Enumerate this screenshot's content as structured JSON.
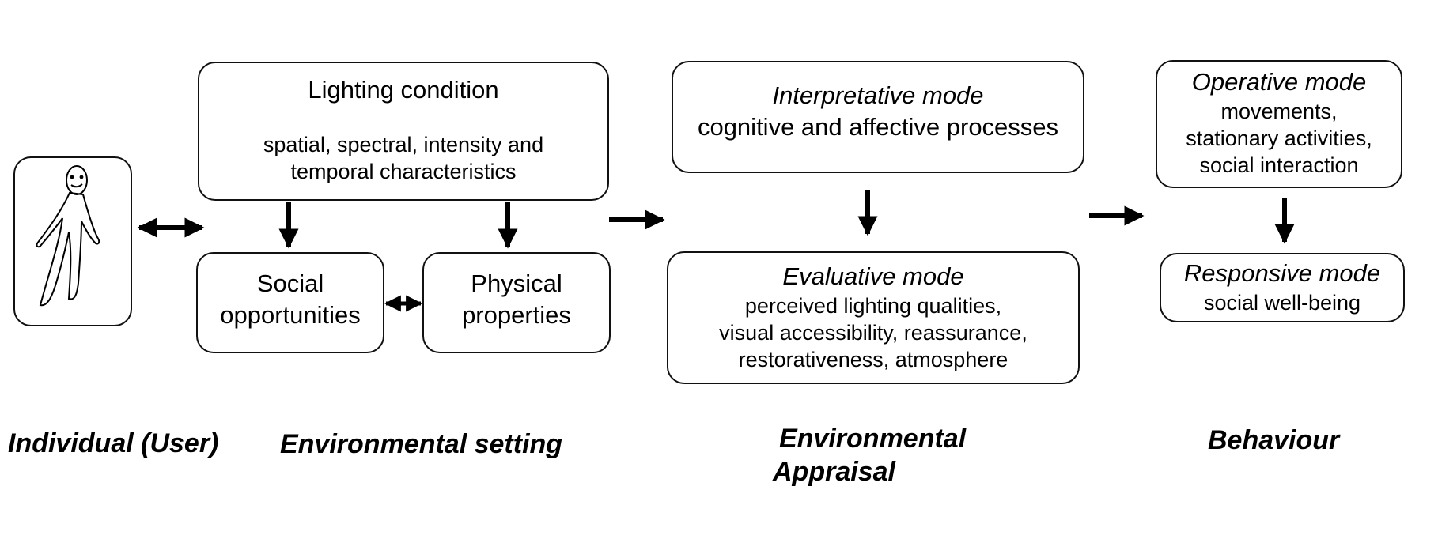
{
  "individual": {
    "label": "Individual (User)"
  },
  "environmental_setting": {
    "label": "Environmental setting",
    "lighting": {
      "title": "Lighting condition",
      "line1": "spatial, spectral, intensity and",
      "line2": "temporal characteristics"
    },
    "social": {
      "line1": "Social",
      "line2": "opportunities"
    },
    "physical": {
      "line1": "Physical",
      "line2": "properties"
    }
  },
  "appraisal": {
    "label_line1": "Environmental",
    "label_line2": "Appraisal",
    "interpretative": {
      "title": "Interpretative mode",
      "line1": "cognitive and affective processes"
    },
    "evaluative": {
      "title": "Evaluative mode",
      "line1": "perceived lighting qualities,",
      "line2": "visual accessibility, reassurance,",
      "line3": "restorativeness, atmosphere"
    }
  },
  "behaviour": {
    "label": "Behaviour",
    "operative": {
      "title": "Operative mode",
      "line1": "movements,",
      "line2": "stationary activities,",
      "line3": "social interaction"
    },
    "responsive": {
      "title": "Responsive mode",
      "line1": "social well-being"
    }
  },
  "icons": {
    "user": "stick-figure-icon",
    "arrow": "arrow-icon"
  }
}
